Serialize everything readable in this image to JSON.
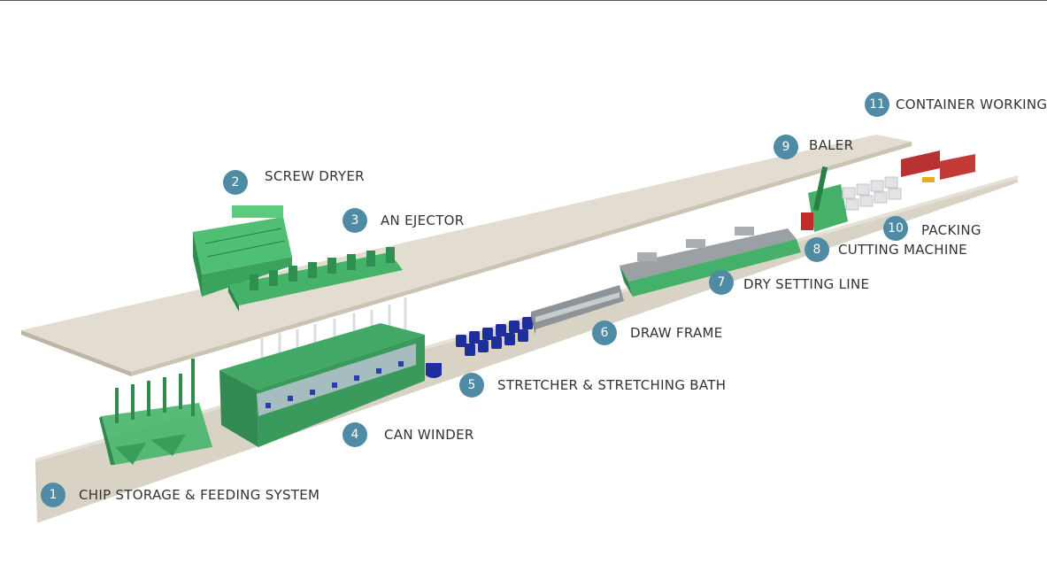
{
  "steps": [
    {
      "num": "1",
      "label": "CHIP STORAGE & FEEDING SYSTEM"
    },
    {
      "num": "2",
      "label": "SCREW DRYER"
    },
    {
      "num": "3",
      "label": "AN EJECTOR"
    },
    {
      "num": "4",
      "label": "CAN WINDER"
    },
    {
      "num": "5",
      "label": "STRETCHER & STRETCHING BATH"
    },
    {
      "num": "6",
      "label": "DRAW FRAME"
    },
    {
      "num": "7",
      "label": "DRY SETTING LINE"
    },
    {
      "num": "8",
      "label": "CUTTING MACHINE"
    },
    {
      "num": "9",
      "label": "BALER"
    },
    {
      "num": "10",
      "label": "PACKING"
    },
    {
      "num": "11",
      "label": "CONTAINER WORKING"
    }
  ],
  "colors": {
    "badge": "#4f8ba5",
    "label": "#333333",
    "floor": "#d8d2c5",
    "machine_green": "#3fae63",
    "barrel_blue": "#1d2f9a",
    "container_red": "#b83232"
  }
}
